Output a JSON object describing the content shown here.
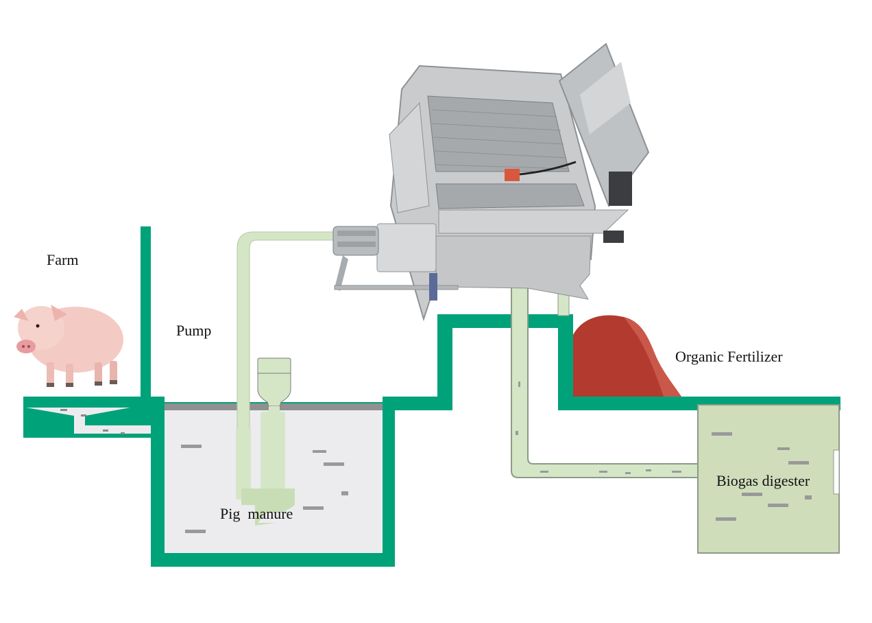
{
  "labels": {
    "farm": "Farm",
    "pump": "Pump",
    "pig_manure": "Pig  manure",
    "organic_fertilizer": "Organic Fertilizer",
    "biogas_digester": "Biogas digester"
  },
  "colors": {
    "wall_green": "#00A27A",
    "pipe_fill": "#D5E6C7",
    "pipe_edge": "#8C9A87",
    "pit_fill": "#ECECEE",
    "lid_gray": "#909090",
    "digester_fill": "#CFDDBB",
    "fertilizer_red": "#B23A2E",
    "steel": "#C9CBCD"
  },
  "icons": {
    "pig": "pig-icon",
    "pump": "submersible-pump-icon",
    "separator": "screw-press-separator-icon"
  }
}
